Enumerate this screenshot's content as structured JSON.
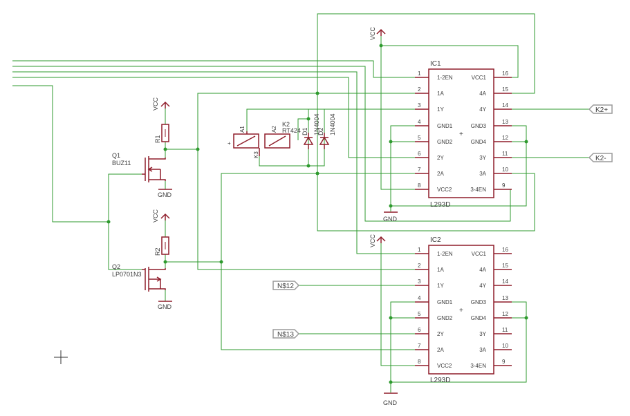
{
  "colors": {
    "wire": "#2e9a2e",
    "part": "#8f1d2a",
    "text": "#3c3c3c",
    "port": "#9a9a9a"
  },
  "icons": [
    "crosshair-cursor-icon"
  ],
  "ic1": {
    "name": "IC1",
    "value": "L293D",
    "left_pins": [
      {
        "num": "1",
        "name": "1-2EN"
      },
      {
        "num": "2",
        "name": "1A"
      },
      {
        "num": "3",
        "name": "1Y"
      },
      {
        "num": "4",
        "name": "GND1"
      },
      {
        "num": "5",
        "name": "GND2"
      },
      {
        "num": "6",
        "name": "2Y"
      },
      {
        "num": "7",
        "name": "2A"
      },
      {
        "num": "8",
        "name": "VCC2"
      }
    ],
    "right_pins": [
      {
        "num": "16",
        "name": "VCC1"
      },
      {
        "num": "15",
        "name": "4A"
      },
      {
        "num": "14",
        "name": "4Y"
      },
      {
        "num": "13",
        "name": "GND3"
      },
      {
        "num": "12",
        "name": "GND4"
      },
      {
        "num": "11",
        "name": "3Y"
      },
      {
        "num": "10",
        "name": "3A"
      },
      {
        "num": "9",
        "name": "3-4EN"
      }
    ]
  },
  "ic2": {
    "name": "IC2",
    "value": "L293D",
    "left_pins": [
      {
        "num": "1",
        "name": "1-2EN"
      },
      {
        "num": "2",
        "name": "1A"
      },
      {
        "num": "3",
        "name": "1Y"
      },
      {
        "num": "4",
        "name": "GND1"
      },
      {
        "num": "5",
        "name": "GND2"
      },
      {
        "num": "6",
        "name": "2Y"
      },
      {
        "num": "7",
        "name": "2A"
      },
      {
        "num": "8",
        "name": "VCC2"
      }
    ],
    "right_pins": [
      {
        "num": "16",
        "name": "VCC1"
      },
      {
        "num": "15",
        "name": "4A"
      },
      {
        "num": "14",
        "name": "4Y"
      },
      {
        "num": "13",
        "name": "GND3"
      },
      {
        "num": "12",
        "name": "GND4"
      },
      {
        "num": "11",
        "name": "3Y"
      },
      {
        "num": "10",
        "name": "3A"
      },
      {
        "num": "9",
        "name": "3-4EN"
      }
    ]
  },
  "power": {
    "vcc": "VCC",
    "gnd": "GND"
  },
  "parts": {
    "q1_name": "Q1",
    "q1_value": "BUZ11",
    "q2_name": "Q2",
    "q2_value": "LP0701N3",
    "r1_name": "R1",
    "r2_name": "R2",
    "k2_name": "K2",
    "k2_value": "RT424",
    "a1": "A1",
    "a2": "A2",
    "k3": "K3",
    "d1_name": "D1",
    "d1_value": "1N4004",
    "d2_name": "D2",
    "d2_value": "1N4004"
  },
  "ports": {
    "k2_plus": "K2+",
    "k2_minus": "K2-",
    "n12": "N$12",
    "n13": "N$13"
  },
  "plus": "+"
}
